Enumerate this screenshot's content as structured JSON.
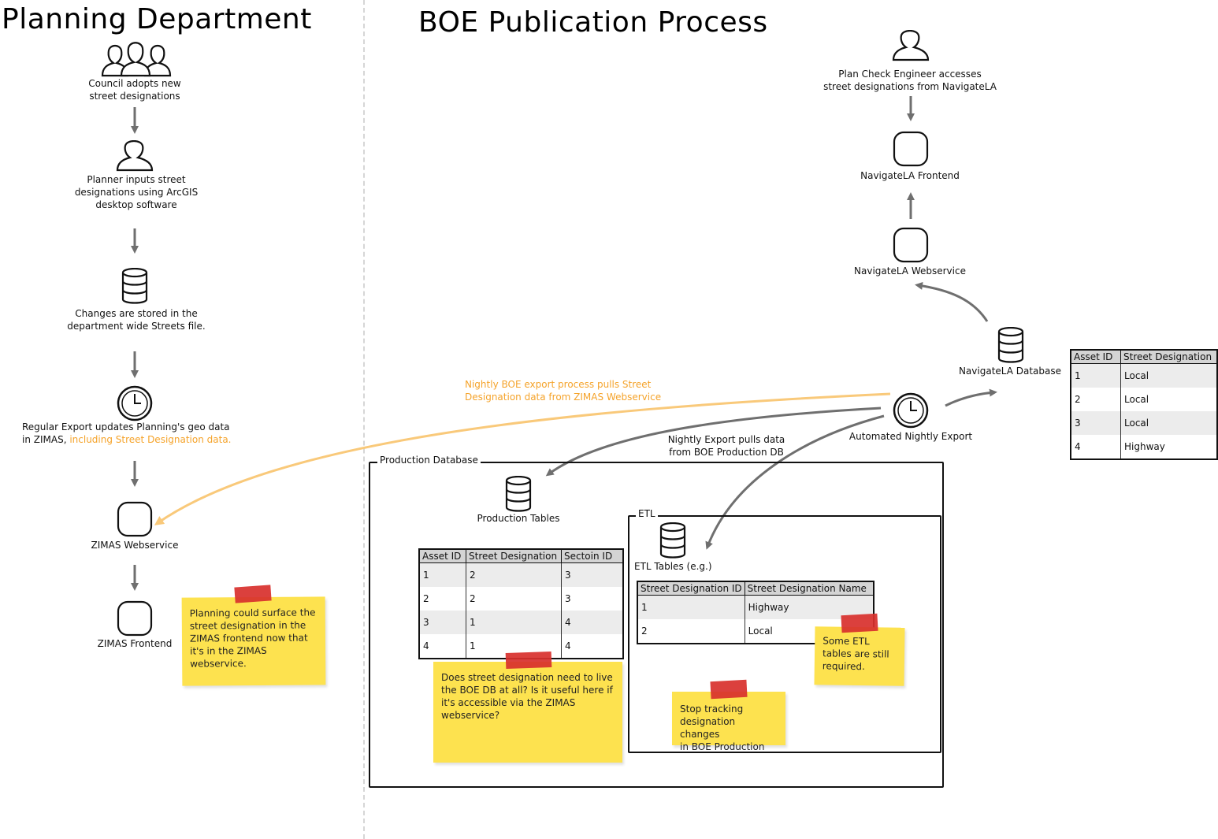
{
  "titles": {
    "planning": "Planning Department",
    "boe": "BOE Publication Process"
  },
  "planning_steps": {
    "council": "Council adopts new\nstreet designations",
    "planner": "Planner inputs street\ndesignations using ArcGIS\ndesktop software",
    "stored": "Changes are stored in the\ndepartment wide Streets file.",
    "export_a": "Regular Export updates Planning's geo data\nin ZIMAS, ",
    "export_b": "including Street Designation data.",
    "zimas_ws": "ZIMAS Webservice",
    "zimas_fe": "ZIMAS Frontend"
  },
  "boe_steps": {
    "engineer": "Plan Check Engineer accesses\nstreet designations from NavigateLA",
    "nav_fe": "NavigateLA Frontend",
    "nav_ws": "NavigateLA Webservice",
    "nav_db": "NavigateLA Database",
    "nightly_export": "Automated Nightly Export",
    "orange_note": "Nightly BOE export process pulls Street\nDesignation data from ZIMAS Webservice",
    "pull_note": "Nightly Export pulls data\nfrom BOE Production DB",
    "prod_db_label": "Production Database",
    "prod_tables": "Production Tables",
    "etl_label": "ETL",
    "etl_tables": "ETL Tables (e.g.)"
  },
  "notes": {
    "planning": "Planning could surface the\nstreet designation in the\nZIMAS frontend now that\nit's in the ZIMAS\nwebservice.",
    "boe_db": "Does street designation need to live\nthe BOE DB at all? Is it useful here if\nit's accessible via the ZIMAS\nwebservice?",
    "etl_required": "Some ETL\ntables are still\nrequired.",
    "stop_tracking": "Stop tracking\ndesignation changes\nin BOE Production"
  },
  "tables": {
    "navigatela": {
      "headers": [
        "Asset ID",
        "Street Designation"
      ],
      "rows": [
        [
          "1",
          "Local"
        ],
        [
          "2",
          "Local"
        ],
        [
          "3",
          "Local"
        ],
        [
          "4",
          "Highway"
        ]
      ]
    },
    "production": {
      "headers": [
        "Asset ID",
        "Street Designation",
        "Sectoin ID"
      ],
      "rows": [
        [
          "1",
          "2",
          "3"
        ],
        [
          "2",
          "2",
          "3"
        ],
        [
          "3",
          "1",
          "4"
        ],
        [
          "4",
          "1",
          "4"
        ]
      ]
    },
    "etl": {
      "headers": [
        "Street Designation ID",
        "Street Designation Name"
      ],
      "rows": [
        [
          "1",
          "Highway"
        ],
        [
          "2",
          "Local"
        ]
      ]
    }
  },
  "icons": {
    "people": "group-icon",
    "person": "person-icon",
    "database": "database-icon",
    "clock": "clock-icon",
    "service": "rounded-square-icon"
  },
  "colors": {
    "orange_arrow": "#f9c97a",
    "orange_text": "#f5a32a",
    "gray_arrow": "#6f6f6f",
    "sticky": "#fde24f",
    "tape": "#d8302c"
  }
}
